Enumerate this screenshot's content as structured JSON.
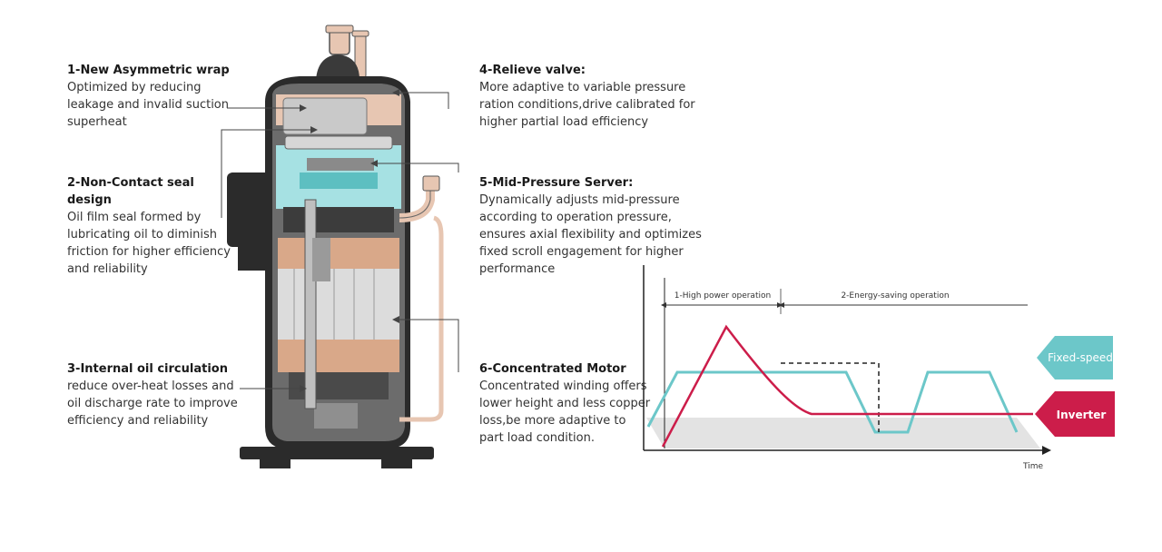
{
  "callouts": {
    "c1": {
      "title": "1-New Asymmetric wrap",
      "body": "Optimized by reducing leakage and invalid suction superheat"
    },
    "c2": {
      "title": "2-Non-Contact seal design",
      "body": "Oil film seal formed by lubricating oil to diminish friction for higher efficiency and reliability"
    },
    "c3": {
      "title": "3-Internal oil circulation",
      "body": "reduce over-heat losses and oil discharge rate to improve efficiency and reliability"
    },
    "c4": {
      "title": "4-Relieve valve:",
      "body": "More adaptive to variable pressure ration conditions,drive calibrated for higher partial load efficiency"
    },
    "c5": {
      "title": "5-Mid-Pressure Server:",
      "body": "Dynamically adjusts mid-pressure according to operation pressure, ensures axial flexibility and optimizes fixed scroll engagement for higher performance"
    },
    "c6": {
      "title": "6-Concentrated Motor",
      "body": "Concentrated winding offers lower height and less copper loss,be more adaptive to part load condition."
    }
  },
  "graph": {
    "phase1": "1-High power operation",
    "phase2": "2-Energy-saving operation",
    "xlabel": "Time",
    "fixed_label": "Fixed-speed",
    "inverter_label": "Inverter"
  },
  "colors": {
    "fixed": "#6cc7c9",
    "inverter": "#cc1d4a",
    "shell": "#2b2b2b",
    "copper": "#e7c6b2",
    "teal": "#a6e1e3"
  }
}
